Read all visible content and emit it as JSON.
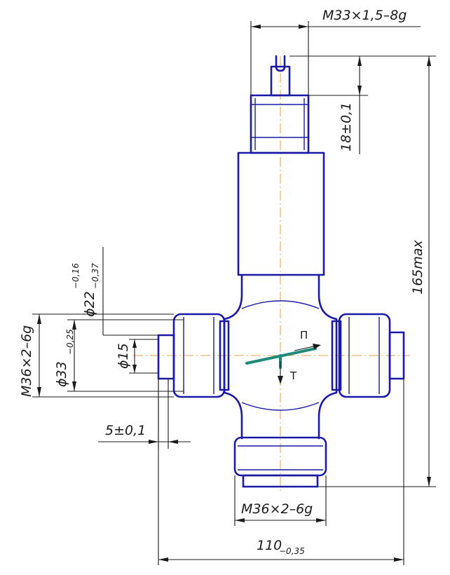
{
  "dimensions": {
    "thread_top": "M33×1,5–8g",
    "stem_length": "18±0,1",
    "height_max": "165max",
    "diameter_22": "ϕ22",
    "diameter_22_tol_upper": "−0,16",
    "diameter_22_tol_lower": "−0,37",
    "thread_left": "M36×2–6g",
    "diameter_33": "ϕ33",
    "diameter_33_tol": "−0,25",
    "diameter_15": "ϕ15",
    "offset_5": "5±0,1",
    "thread_bottom": "M36×2–6g",
    "width_110": "110",
    "width_110_tol": "−0,35"
  },
  "markers": {
    "direction_p": "П",
    "direction_t": "Т"
  },
  "colors": {
    "part_outline": "#1a1aa6",
    "centerline": "#e8a04a",
    "dimension": "#1a1a1a",
    "handle": "#1f8a7a"
  }
}
